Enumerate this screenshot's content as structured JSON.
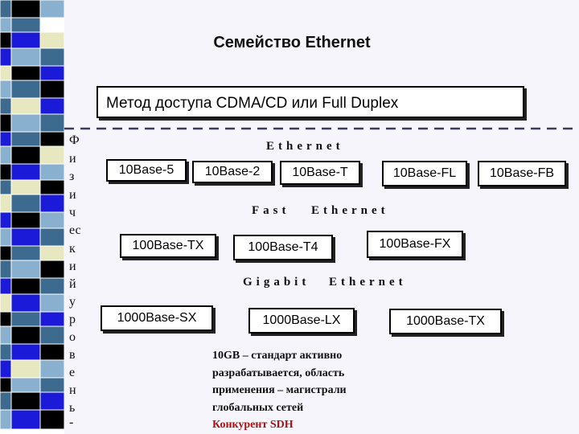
{
  "title": "Семейство Ethernet",
  "access_method": "Метод доступа CDMA/CD или Full Duplex",
  "vertical_text": [
    "Ф",
    "и",
    "з",
    "и",
    "ч",
    "ес",
    "к",
    "и",
    "й",
    "у",
    "р",
    "о",
    "в",
    "е",
    "н",
    "ь",
    "-"
  ],
  "families": {
    "ethernet": {
      "heading": "Ethernet",
      "standards": [
        "10Base-5",
        "10Base-2",
        "10Base-T",
        "10Base-FL",
        "10Base-FB"
      ]
    },
    "fast_ethernet": {
      "heading_part1": "Fast",
      "heading_part2": "Ethernet",
      "standards": [
        "100Base-TX",
        "100Base-T4",
        "100Base-FX"
      ]
    },
    "gigabit_ethernet": {
      "heading_part1": "Gigabit",
      "heading_part2": "Ethernet",
      "standards": [
        "1000Base-SX",
        "1000Base-LX",
        "1000Base-TX"
      ]
    }
  },
  "note": {
    "line1": "10GB – стандарт активно",
    "line2": "разрабатывается, область",
    "line3": "применения – магистрали",
    "line4": "глобальных сетей",
    "line5": "Конкурент SDH"
  },
  "colors": {
    "mosaic": [
      "#1a1ad8",
      "#000000",
      "#e8e8c0",
      "#3d6b8f",
      "#8ab0d0",
      "#ffffff"
    ],
    "accent_red": "#b01010",
    "dash": "#3a3a5a"
  }
}
